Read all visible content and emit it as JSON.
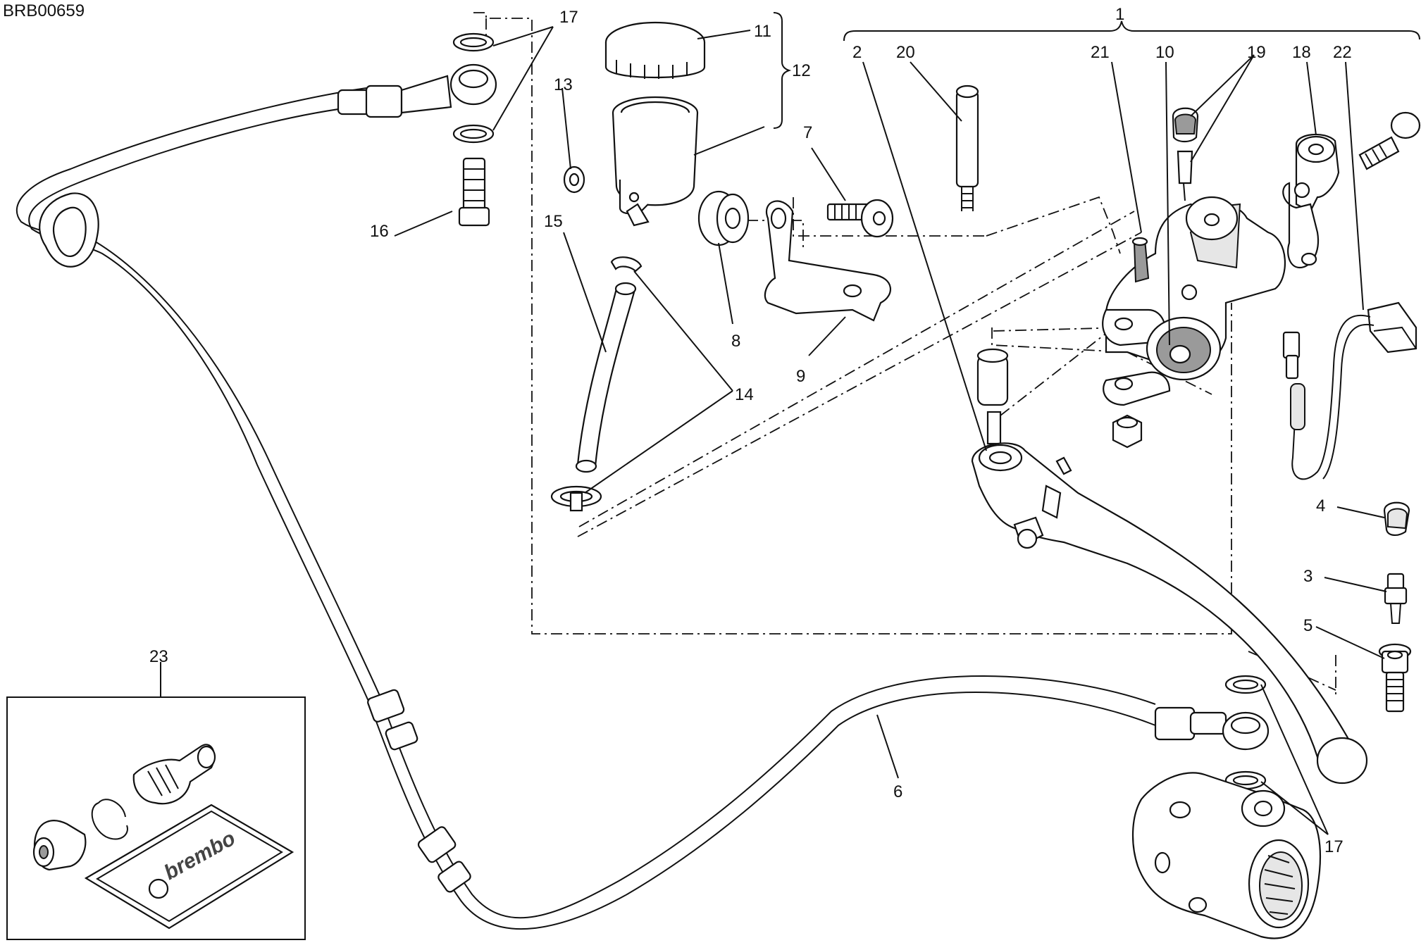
{
  "drawing_code": "BRB00659",
  "callouts": {
    "c1": "1",
    "c2": "2",
    "c3": "3",
    "c4": "4",
    "c5": "5",
    "c6": "6",
    "c7": "7",
    "c8": "8",
    "c9": "9",
    "c10": "10",
    "c11": "11",
    "c12": "12",
    "c13": "13",
    "c14": "14",
    "c15": "15",
    "c16": "16",
    "c17a": "17",
    "c17b": "17",
    "c18": "18",
    "c19": "19",
    "c20": "20",
    "c21": "21",
    "c22": "22",
    "c23": "23"
  },
  "kit_brand": "brembo"
}
